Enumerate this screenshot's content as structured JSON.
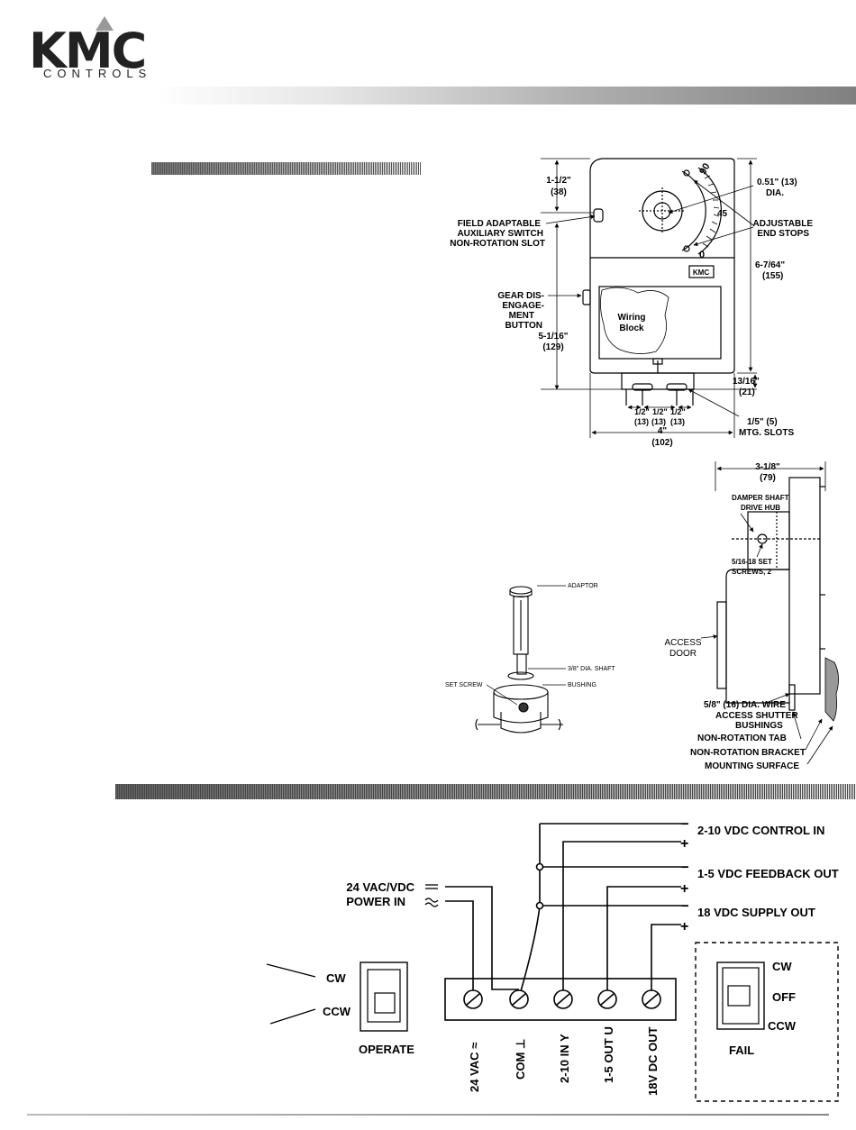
{
  "logo": {
    "brand": "KMC",
    "subtitle": "CONTROLS"
  },
  "front_view": {
    "dim_top": "1-1/2\"",
    "dim_top_mm": "(38)",
    "dim_dia": "0.51\" (13)",
    "dim_dia2": "DIA.",
    "aux_switch_1": "FIELD ADAPTABLE",
    "aux_switch_2": "AUXILIARY SWITCH",
    "aux_switch_3": "NON-ROTATION SLOT",
    "end_stops_1": "ADJUSTABLE",
    "end_stops_2": "END STOPS",
    "dim_height": "6-7/64\"",
    "dim_height_mm": "(155)",
    "gear_1": "GEAR DIS-",
    "gear_2": "ENGAGE-",
    "gear_3": "MENT",
    "gear_4": "BUTTON",
    "dim_mid": "5-1/16\"",
    "dim_mid_mm": "(129)",
    "wiring_1": "Wiring",
    "wiring_2": "Block",
    "badge": "KMC",
    "scale_90": "90",
    "scale_45": "45",
    "scale_0": "0",
    "dim_bottom": "13/16\"",
    "dim_bottom_mm": "(21)",
    "half_a": "1/2\"",
    "half_a_mm": "(13)",
    "half_b": "1/2\"",
    "half_b_mm": "(13)",
    "half_c": "1/2\"",
    "half_c_mm": "(13)",
    "slots_1": "1/5\" (5)",
    "slots_2": "MTG. SLOTS",
    "dim_width": "4\"",
    "dim_width_mm": "(102)"
  },
  "side_view": {
    "dim_depth": "3-1/8\"",
    "dim_depth_mm": "(79)",
    "hub_1": "DAMPER SHAFT",
    "hub_2": "DRIVE HUB",
    "screws_1": "5/16-18 SET",
    "screws_2": "SCREWS, 2",
    "access_1": "ACCESS",
    "access_2": "DOOR",
    "wire_1": "5/8\" (16) DIA. WIRE",
    "wire_2": "ACCESS SHUTTER",
    "wire_3": "BUSHINGS",
    "tab": "NON-ROTATION TAB",
    "bracket": "NON-ROTATION BRACKET",
    "surface": "MOUNTING SURFACE"
  },
  "adaptor_view": {
    "adaptor": "ADAPTOR",
    "shaft": "3/8\" DIA. SHAFT",
    "set_screw": "SET SCREW",
    "bushing": "BUSHING"
  },
  "wiring": {
    "control_in": "2-10 VDC CONTROL IN",
    "feedback_out": "1-5 VDC FEEDBACK OUT",
    "supply_out": "18 VDC SUPPLY OUT",
    "power_1": "24 VAC/VDC",
    "power_2": "POWER IN",
    "minus": "−",
    "plus": "+",
    "cw": "CW",
    "ccw": "CCW",
    "operate": "OPERATE",
    "fail_cw": "CW",
    "fail_off": "OFF",
    "fail_ccw": "CCW",
    "fail": "FAIL",
    "terminals": [
      "24 VAC ≈",
      "COM ⊥",
      "2-10 IN Y",
      "1-5 OUT U",
      "18V DC OUT"
    ]
  }
}
